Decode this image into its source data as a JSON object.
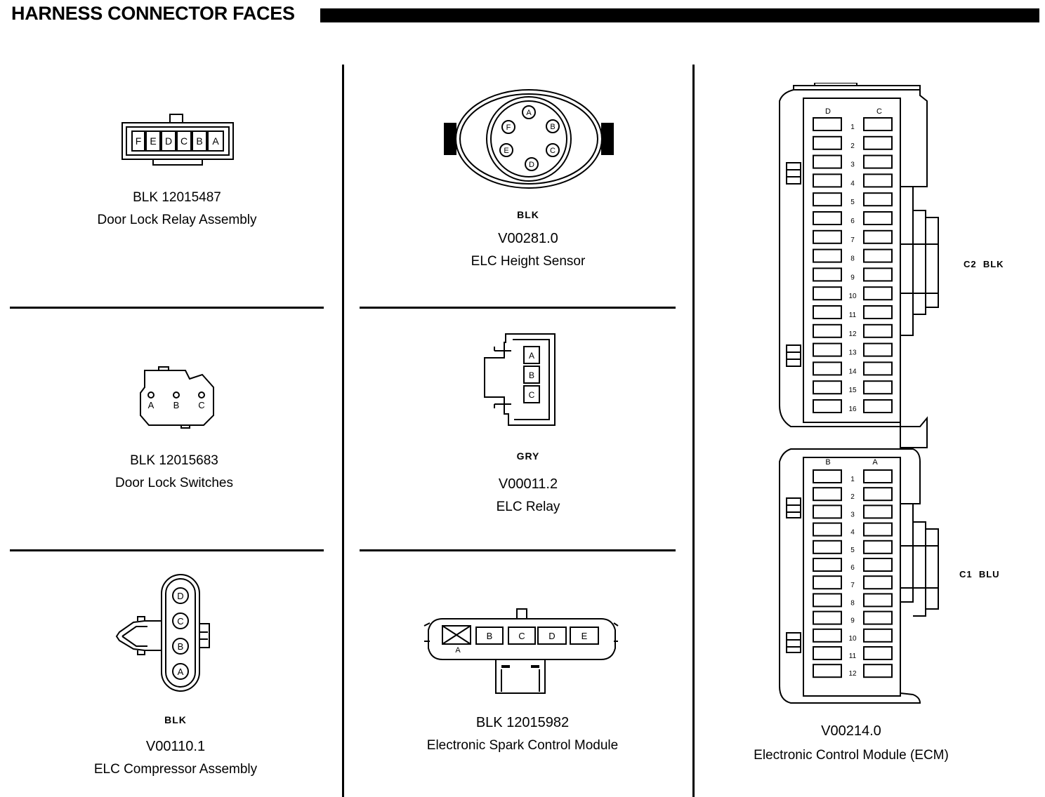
{
  "header": {
    "title": "HARNESS CONNECTOR FACES"
  },
  "connectors": {
    "door_lock_relay": {
      "color": "BLK",
      "part": "12015487",
      "pn": "BLK 12015487",
      "name": "Door Lock Relay Assembly",
      "pins": [
        "F",
        "E",
        "D",
        "C",
        "B",
        "A"
      ]
    },
    "door_lock_switches": {
      "pn": "BLK 12015683",
      "name": "Door Lock Switches",
      "pins": [
        "A",
        "B",
        "C"
      ]
    },
    "elc_compressor": {
      "color": "BLK",
      "pn": "V00110.1",
      "name": "ELC Compressor Assembly",
      "pins": [
        "D",
        "C",
        "B",
        "A"
      ]
    },
    "elc_height_sensor": {
      "color": "BLK",
      "pn": "V00281.0",
      "name": "ELC Height Sensor",
      "pins": [
        "A",
        "B",
        "C",
        "D",
        "E",
        "F"
      ]
    },
    "elc_relay": {
      "color": "GRY",
      "pn": "V00011.2",
      "name": "ELC Relay",
      "pins": [
        "A",
        "B",
        "C"
      ]
    },
    "spark_control": {
      "pn": "BLK 12015982",
      "name": "Electronic Spark Control Module",
      "pins": [
        "A",
        "B",
        "C",
        "D",
        "E"
      ]
    },
    "ecm": {
      "pn": "V00214.0",
      "name": "Electronic Control Module (ECM)",
      "c2": {
        "label": "C2  BLK",
        "cols": [
          "D",
          "C"
        ],
        "rows": [
          "1",
          "2",
          "3",
          "4",
          "5",
          "6",
          "7",
          "8",
          "9",
          "10",
          "11",
          "12",
          "13",
          "14",
          "15",
          "16"
        ]
      },
      "c1": {
        "label": "C1  BLU",
        "cols": [
          "B",
          "A"
        ],
        "rows": [
          "1",
          "2",
          "3",
          "4",
          "5",
          "6",
          "7",
          "8",
          "9",
          "10",
          "11",
          "12"
        ]
      }
    }
  }
}
